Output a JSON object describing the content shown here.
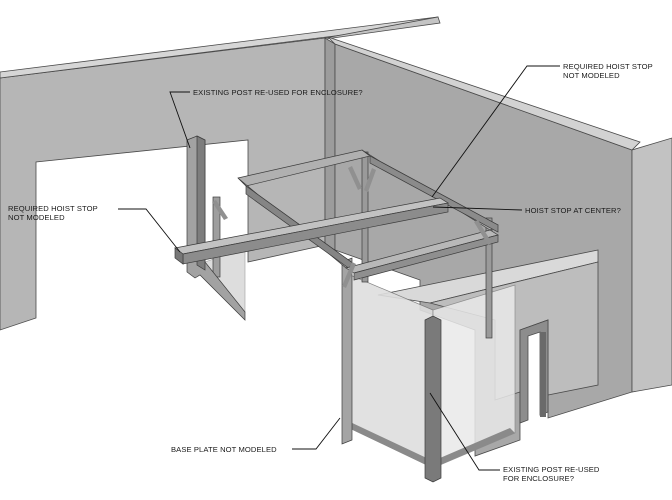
{
  "callouts": [
    {
      "id": "post-reuse-top",
      "lines": [
        "EXISTING POST RE-USED FOR ENCLOSURE?"
      ]
    },
    {
      "id": "hoist-stop-right-top",
      "lines": [
        "REQUIRED HOIST STOP",
        "NOT MODELED"
      ]
    },
    {
      "id": "hoist-stop-left",
      "lines": [
        "REQUIRED HOIST STOP",
        "NOT MODELED"
      ]
    },
    {
      "id": "hoist-stop-center",
      "lines": [
        "HOIST STOP AT CENTER?"
      ]
    },
    {
      "id": "base-plate",
      "lines": [
        "BASE PLATE NOT MODELED"
      ]
    },
    {
      "id": "post-reuse-bottom",
      "lines": [
        "EXISTING POST RE-USED",
        "FOR ENCLOSURE?"
      ]
    }
  ],
  "colors": {
    "wall_face": "#b3b3b3",
    "wall_face_light": "#c9c9c9",
    "wall_top": "#d8d8d8",
    "glass": "#dcdcdc",
    "steel": "#a9a9a9",
    "steel_dark": "#7a7a7a"
  }
}
